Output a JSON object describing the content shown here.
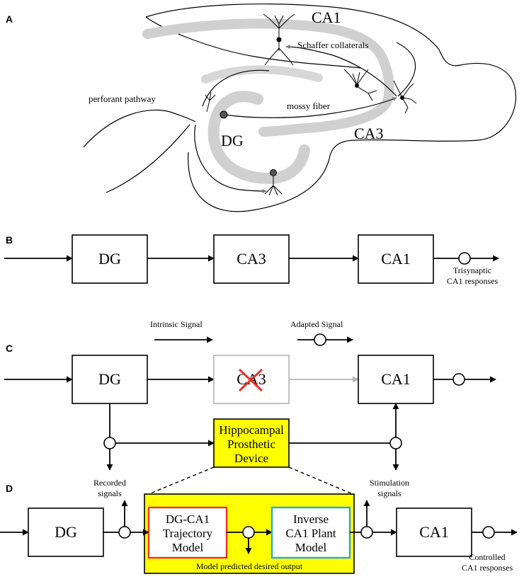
{
  "panels": {
    "a": "A",
    "b": "B",
    "c": "C",
    "d": "D"
  },
  "anatomy": {
    "ca1": "CA1",
    "ca3": "CA3",
    "dg": "DG",
    "schaffer": "Schaffer collaterals",
    "perforant": "perforant pathway",
    "mossy": "mossy fiber",
    "fill_color": "#d0d0d0"
  },
  "trisynaptic": {
    "dg": "DG",
    "ca3": "CA3",
    "ca1": "CA1",
    "response_line1": "Trisynaptic",
    "response_line2": "CA1 responses"
  },
  "prosthesis": {
    "legend_intrinsic": "Intrinsic Signal",
    "legend_adapted": "Adapted Signal",
    "dg": "DG",
    "ca3": "CA3",
    "ca1": "CA1",
    "device_line1": "Hippocampal",
    "device_line2": "Prosthetic",
    "device_line3": "Device",
    "device_color": "#ffff00",
    "lesion_color": "#e8332a",
    "bypassed_color": "#b4b4b4",
    "recorded_line1": "Recorded",
    "recorded_line2": "signals",
    "stim_line1": "Stimulation",
    "stim_line2": "signals"
  },
  "expanded": {
    "dg": "DG",
    "ca1": "CA1",
    "traj_line1": "DG-CA1",
    "traj_line2": "Trajectory",
    "traj_line3": "Model",
    "inv_line1": "Inverse",
    "inv_line2": "CA1 Plant",
    "inv_line3": "Model",
    "output_label": "Model predicted desired output",
    "controlled_line1": "Controlled",
    "controlled_line2": "CA1 responses",
    "traj_color": "#e8332a",
    "inv_color": "#2aa8d8"
  }
}
